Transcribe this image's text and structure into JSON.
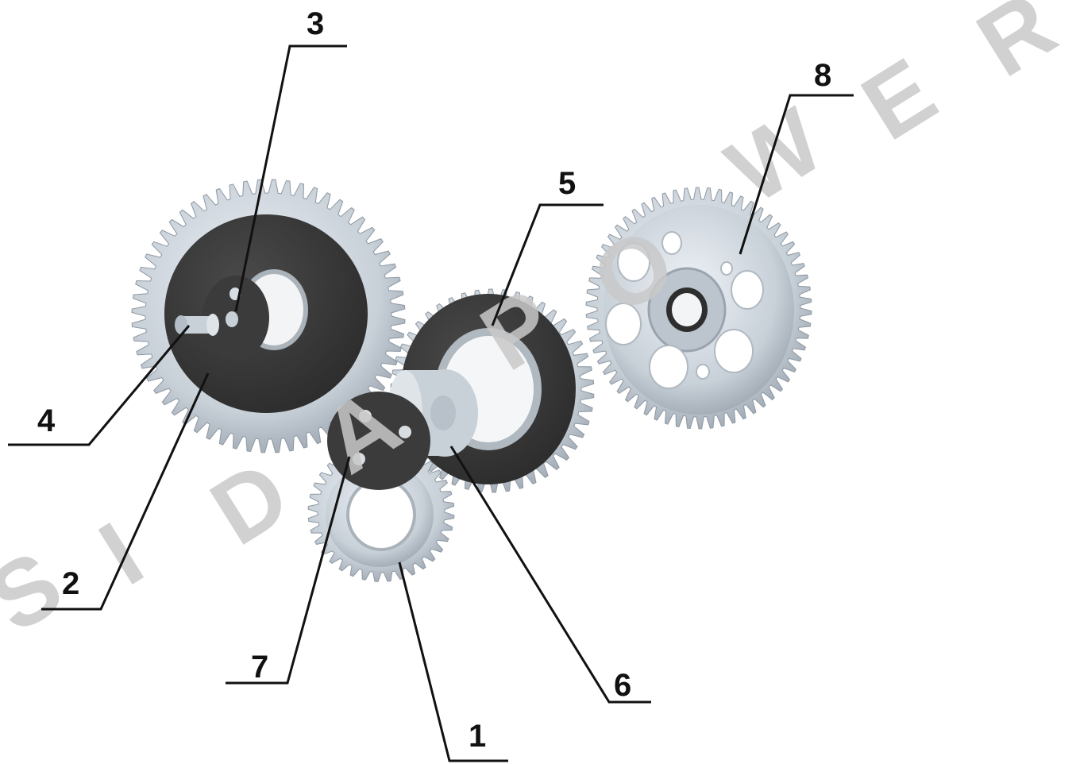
{
  "watermark": {
    "letters": [
      "S",
      "I",
      "D",
      "A",
      "P",
      "O",
      "W",
      "E",
      "R"
    ],
    "color": "#c9c9c9"
  },
  "colors": {
    "gear_metal": "#c8d0d8",
    "gear_tooth": "#b5bec8",
    "dark_face": "#3a3a3a",
    "line": "#111111"
  },
  "callouts": [
    {
      "id": "1",
      "label": "1"
    },
    {
      "id": "2",
      "label": "2"
    },
    {
      "id": "3",
      "label": "3"
    },
    {
      "id": "4",
      "label": "4"
    },
    {
      "id": "5",
      "label": "5"
    },
    {
      "id": "6",
      "label": "6"
    },
    {
      "id": "7",
      "label": "7"
    },
    {
      "id": "8",
      "label": "8"
    }
  ]
}
